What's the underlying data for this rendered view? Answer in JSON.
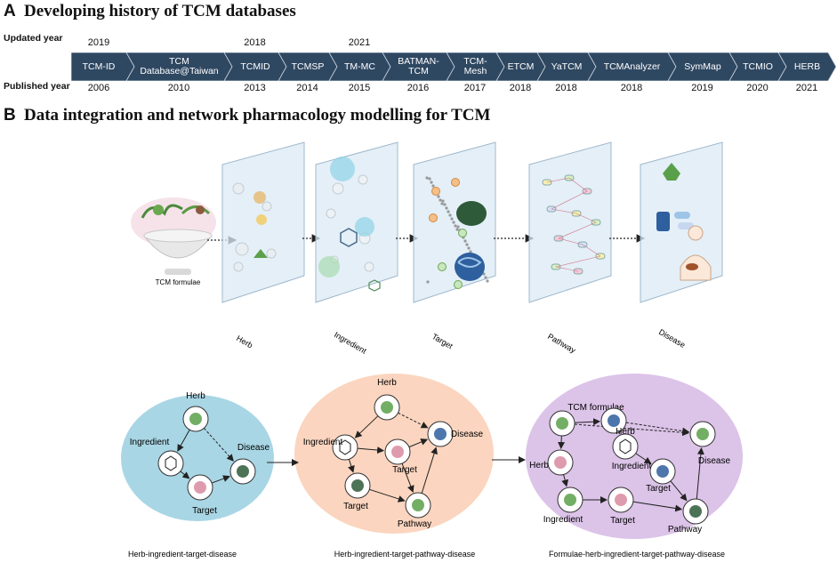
{
  "section_a": {
    "letter": "A",
    "title": "Developing history of TCM databases"
  },
  "timeline": {
    "updated_label": "Updated year",
    "published_label": "Published year",
    "ribbon_color": "#2f4862",
    "databases": [
      {
        "name": "TCM-ID",
        "published": "2006",
        "updated": "2019"
      },
      {
        "name": "TCM Database@Taiwan",
        "published": "2010",
        "updated": ""
      },
      {
        "name": "TCMID",
        "published": "2013",
        "updated": "2018"
      },
      {
        "name": "TCMSP",
        "published": "2014",
        "updated": ""
      },
      {
        "name": "TM-MC",
        "published": "2015",
        "updated": "2021"
      },
      {
        "name": "BATMAN-TCM",
        "published": "2016",
        "updated": ""
      },
      {
        "name": "TCM-Mesh",
        "published": "2017",
        "updated": ""
      },
      {
        "name": "ETCM",
        "published": "2018",
        "updated": ""
      },
      {
        "name": "YaTCM",
        "published": "2018",
        "updated": ""
      },
      {
        "name": "TCMAnalyzer",
        "published": "2018",
        "updated": ""
      },
      {
        "name": "SymMap",
        "published": "2019",
        "updated": ""
      },
      {
        "name": "TCMIO",
        "published": "2020",
        "updated": ""
      },
      {
        "name": "HERB",
        "published": "2021",
        "updated": ""
      }
    ]
  },
  "section_b": {
    "letter": "B",
    "title": "Data integration and network pharmacology modelling for TCM"
  },
  "layers": {
    "formulae_label": "TCM formulae",
    "panels": [
      "Herb",
      "Ingredient",
      "Target",
      "Pathway",
      "Disease"
    ]
  },
  "models": [
    {
      "caption": "Herb-ingredient-target-disease",
      "color": "#a9d6e5",
      "nodes": [
        "Herb",
        "Ingredient",
        "Target",
        "Disease"
      ]
    },
    {
      "caption": "Herb-ingredient-target-pathway-disease",
      "color": "#fbd5bf",
      "nodes": [
        "Herb",
        "Ingredient",
        "Target",
        "Target",
        "Pathway",
        "Disease"
      ]
    },
    {
      "caption": "Formulae-herb-ingredient-target-pathway-disease",
      "color": "#dcc3e8",
      "nodes": [
        "TCM formulae",
        "Herb",
        "Herb",
        "Ingredient",
        "Ingredient",
        "Target",
        "Target",
        "Pathway",
        "Disease"
      ]
    }
  ]
}
